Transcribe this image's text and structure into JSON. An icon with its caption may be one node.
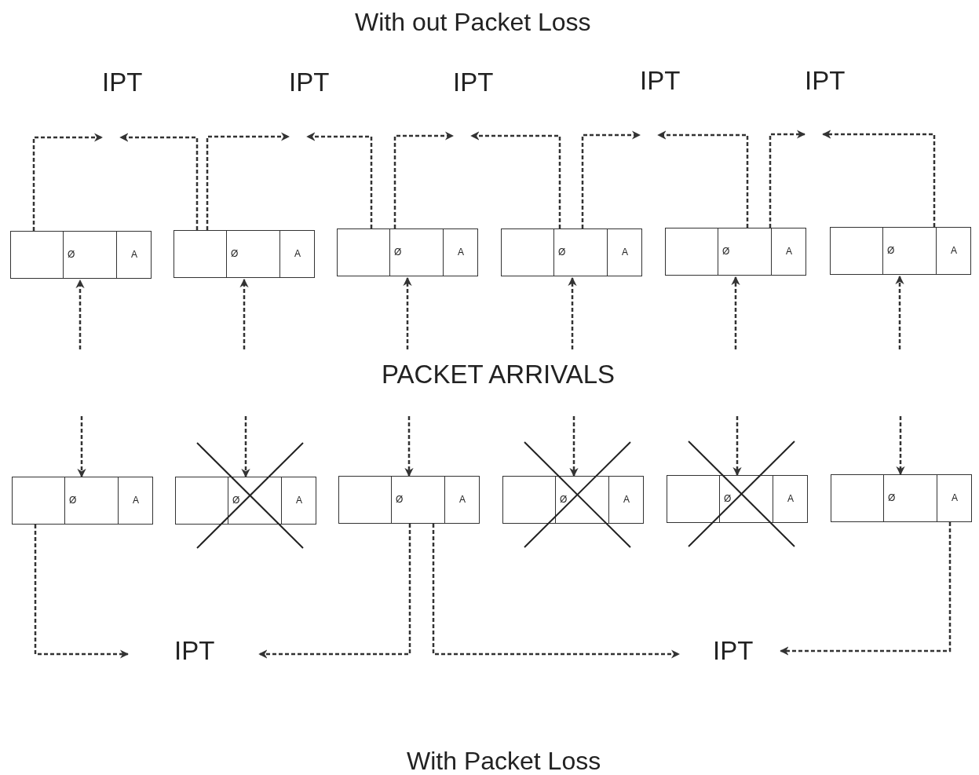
{
  "diagram": {
    "title": "With out Packet Loss",
    "caption": "With Packet Loss",
    "nodes": [
      {
        "text": [
          "IPT"
        ]
      },
      {
        "text": [
          "IPT"
        ]
      },
      {
        "text": [
          "IPT"
        ]
      },
      {
        "text": [
          "IPT"
        ]
      },
      {
        "text": [
          "IPT"
        ]
      },
      {
        "text": [
          "Ø",
          "A"
        ]
      },
      {
        "text": [
          "Ø",
          "A"
        ]
      },
      {
        "text": [
          "Ø",
          "A"
        ]
      },
      {
        "text": [
          "Ø",
          "A"
        ]
      },
      {
        "text": [
          "Ø",
          "A"
        ]
      },
      {
        "text": [
          "Ø",
          "A"
        ]
      },
      {
        "text": [
          "Ø",
          "A"
        ]
      },
      {
        "text": [
          "Ø",
          "A"
        ]
      },
      {
        "text": [
          "Ø",
          "A"
        ]
      },
      {
        "text": [
          "Ø",
          "A"
        ]
      },
      {
        "text": [
          "Ø",
          "A"
        ]
      },
      {
        "text": [
          "Ø",
          "A"
        ]
      },
      {
        "text": [
          "IPT"
        ]
      },
      {
        "text": [
          "IPT"
        ]
      }
    ],
    "edges": [
      {
        "from": 5,
        "to": 0,
        "arrow": "to",
        "style": "dashed"
      },
      {
        "from": 6,
        "to": 0,
        "arrow": "to",
        "style": "dashed"
      },
      {
        "from": 6,
        "to": 1,
        "arrow": "to",
        "style": "dashed"
      },
      {
        "from": 7,
        "to": 1,
        "arrow": "to",
        "style": "dashed"
      },
      {
        "from": 7,
        "to": 2,
        "arrow": "to",
        "style": "dashed"
      },
      {
        "from": 8,
        "to": 2,
        "arrow": "to",
        "style": "dashed"
      },
      {
        "from": 8,
        "to": 3,
        "arrow": "to",
        "style": "dashed"
      },
      {
        "from": 9,
        "to": 3,
        "arrow": "to",
        "style": "dashed"
      },
      {
        "from": 9,
        "to": 4,
        "arrow": "to",
        "style": "dashed"
      },
      {
        "from": 10,
        "to": 4,
        "arrow": "to",
        "style": "dashed"
      },
      {
        "from": null,
        "to": 5,
        "arrow": "to",
        "style": "dashed"
      },
      {
        "from": null,
        "to": 6,
        "arrow": "to",
        "style": "dashed"
      },
      {
        "from": null,
        "to": 7,
        "arrow": "to",
        "style": "dashed"
      },
      {
        "from": null,
        "to": 8,
        "arrow": "to",
        "style": "dashed"
      },
      {
        "from": null,
        "to": 9,
        "arrow": "to",
        "style": "dashed"
      },
      {
        "from": null,
        "to": 10,
        "arrow": "to",
        "style": "dashed"
      },
      {
        "from": null,
        "to": 11,
        "arrow": "to",
        "style": "dashed"
      },
      {
        "from": null,
        "to": 12,
        "arrow": "to",
        "style": "dashed"
      },
      {
        "from": null,
        "to": 13,
        "arrow": "to",
        "style": "dashed"
      },
      {
        "from": null,
        "to": 14,
        "arrow": "to",
        "style": "dashed"
      },
      {
        "from": null,
        "to": 15,
        "arrow": "to",
        "style": "dashed"
      },
      {
        "from": null,
        "to": 16,
        "arrow": "to",
        "style": "dashed"
      },
      {
        "from": 11,
        "to": 17,
        "arrow": "to",
        "style": "dashed"
      },
      {
        "from": 13,
        "to": 17,
        "arrow": "to",
        "style": "dashed"
      },
      {
        "from": 13,
        "to": 18,
        "arrow": "to",
        "style": "dashed"
      },
      {
        "from": 16,
        "to": 18,
        "arrow": "to",
        "style": "dashed"
      }
    ],
    "labels": [
      "PACKET ARRIVALS"
    ]
  }
}
